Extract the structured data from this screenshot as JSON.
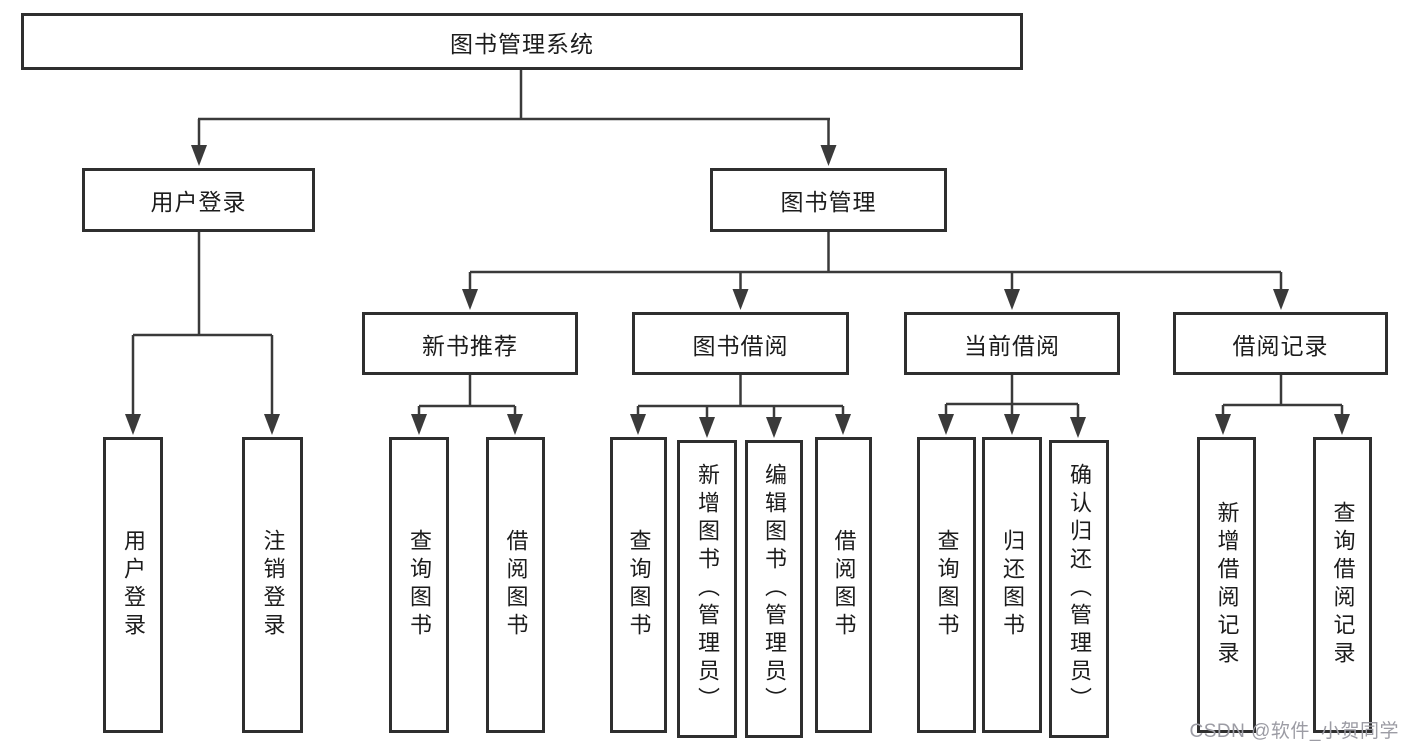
{
  "title": "图书管理系统",
  "watermark": "CSDN @软件_小贺同学",
  "colors": {
    "line": "#3a3a3a",
    "border": "#2f2f2f",
    "text": "#1c1c1c",
    "watermark": "#9c9ca4",
    "background": "#ffffff"
  },
  "tree": {
    "root": {
      "label": "图书管理系统",
      "children": [
        {
          "label": "用户登录",
          "children": [
            {
              "label": "用户登录"
            },
            {
              "label": "注销登录"
            }
          ]
        },
        {
          "label": "图书管理",
          "children": [
            {
              "label": "新书推荐",
              "children": [
                {
                  "label": "查询图书"
                },
                {
                  "label": "借阅图书"
                }
              ]
            },
            {
              "label": "图书借阅",
              "children": [
                {
                  "label": "查询图书"
                },
                {
                  "label": "新增图书（管理员）"
                },
                {
                  "label": "编辑图书（管理员）"
                },
                {
                  "label": "借阅图书"
                }
              ]
            },
            {
              "label": "当前借阅",
              "children": [
                {
                  "label": "查询图书"
                },
                {
                  "label": "归还图书"
                },
                {
                  "label": "确认归还（管理员）"
                }
              ]
            },
            {
              "label": "借阅记录",
              "children": [
                {
                  "label": "新增借阅记录"
                },
                {
                  "label": "查询借阅记录"
                }
              ]
            }
          ]
        }
      ]
    }
  }
}
